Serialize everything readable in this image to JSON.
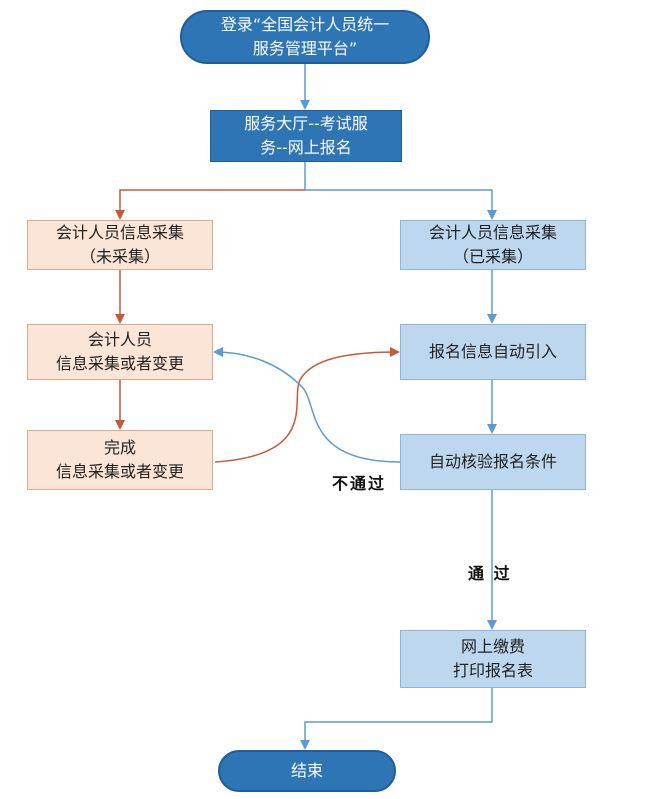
{
  "nodes": {
    "start": [
      "登录“全国会计人员统一",
      "服务管理平台”"
    ],
    "hall": [
      "服务大厅--考试服",
      "务--网上报名"
    ],
    "left_collect": [
      "会计人员信息采集",
      "（未采集）"
    ],
    "right_collect": [
      "会计人员信息采集",
      "（已采集）"
    ],
    "left_change": [
      "会计人员",
      "信息采集或者变更"
    ],
    "auto_import": [
      "报名信息自动引入"
    ],
    "left_done": [
      "完成",
      "信息采集或者变更"
    ],
    "auto_check": [
      "自动核验报名条件"
    ],
    "pay": [
      "网上缴费",
      "打印报名表"
    ],
    "end": [
      "结束"
    ]
  },
  "edge_labels": {
    "fail": "不通过",
    "pass": "通  过"
  },
  "colors": {
    "dark_blue": "#2e75b6",
    "light_blue": "#bdd7ee",
    "peach": "#fbe5d6",
    "blue_line": "#5b9bd5",
    "orange_line": "#c55a3a"
  }
}
